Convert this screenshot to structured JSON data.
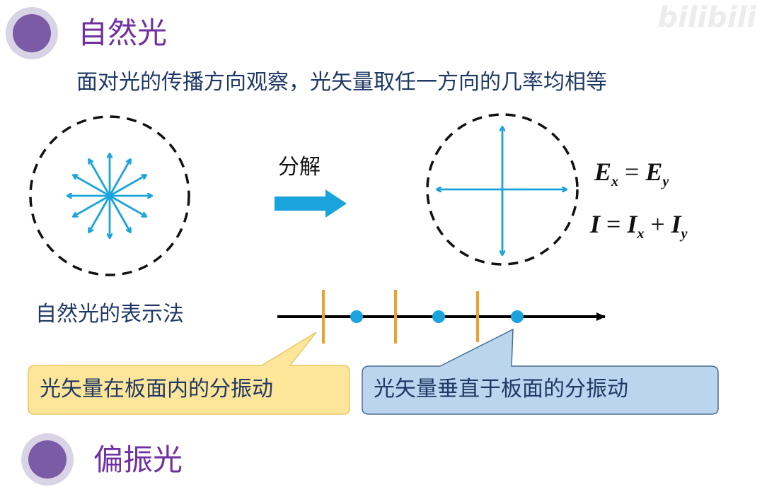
{
  "watermark": "bilibili",
  "section1": {
    "title": "自然光",
    "description": "面对光的传播方向观察，光矢量取任一方向的几率均相等"
  },
  "decompose": {
    "label": "分解"
  },
  "equations": {
    "eq1": {
      "lhs": "E",
      "lhs_sub": "x",
      "op": "=",
      "rhs": "E",
      "rhs_sub": "y"
    },
    "eq2": {
      "lhs": "I",
      "op": "=",
      "t1": "I",
      "t1_sub": "x",
      "plus": "+",
      "t2": "I",
      "t2_sub": "y"
    }
  },
  "representation": {
    "label": "自然光的表示法"
  },
  "callouts": {
    "in_plane": "光矢量在板面内的分振动",
    "perpendicular": "光矢量垂直于板面的分振动"
  },
  "section2": {
    "title": "偏振光"
  },
  "colors": {
    "purple": "#7030a0",
    "bullet": "#7b5aa6",
    "arrow": "#1aa3dc",
    "orange": "#f0a030",
    "yellow_fill": "#fde69a",
    "blue_fill": "#bcd5ee"
  }
}
